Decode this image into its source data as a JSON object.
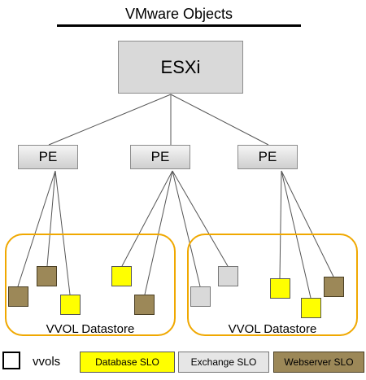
{
  "diagram": {
    "title": "VMware Objects",
    "host": "ESXi",
    "protocol_endpoints": [
      "PE",
      "PE",
      "PE"
    ],
    "datastores": [
      "VVOL Datastore",
      "VVOL Datastore"
    ]
  },
  "legend": {
    "vvols_label": "vvols",
    "database": "Database SLO",
    "exchange": "Exchange SLO",
    "webserver": "Webserver SLO"
  },
  "colors": {
    "datastore_border": "#f0a800",
    "database": "#ffff00",
    "exchange": "#d9d9d9",
    "webserver": "#9c8858"
  }
}
